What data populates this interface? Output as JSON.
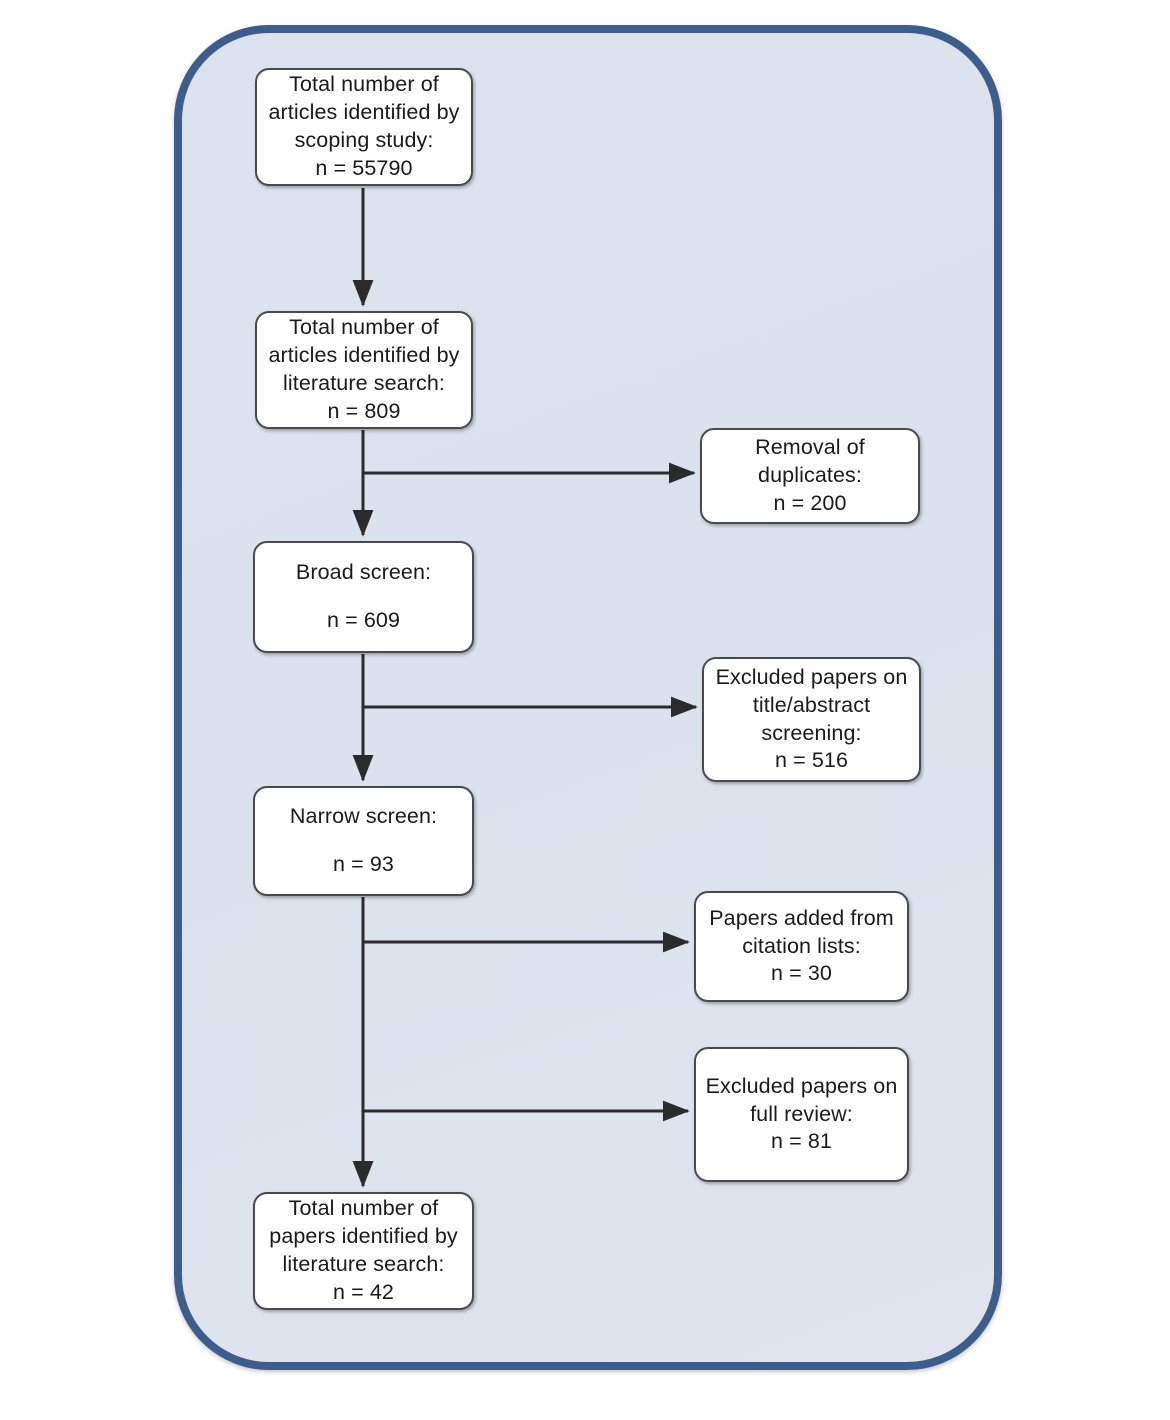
{
  "figure": {
    "type": "flowchart",
    "orientation": "top-to-bottom with right-side side-branches",
    "frame": {
      "border_color": "#3d5e8d",
      "fill_color": "#dde3ee",
      "shape": "rounded-rectangle"
    },
    "node_style": {
      "fill_color": "#ffffff",
      "border_color": "#4a4a4a",
      "text_color": "#1a1a1a"
    },
    "connector_color": "#2b2b2b"
  },
  "nodes": {
    "scoping": {
      "id": "scoping",
      "lines": [
        "Total number of",
        "articles identified by",
        "scoping study:",
        "n = 55790"
      ],
      "count_label": "n = 55790",
      "count": 55790
    },
    "litsearch": {
      "id": "litsearch",
      "lines": [
        "Total number of",
        "articles identified by",
        "literature search:",
        "n = 809"
      ],
      "count_label": "n = 809",
      "count": 809
    },
    "duplicates": {
      "id": "duplicates",
      "lines": [
        "Removal of",
        "duplicates:",
        "n = 200"
      ],
      "count_label": "n = 200",
      "count": 200
    },
    "broad": {
      "id": "broad",
      "title": "Broad screen:",
      "count_label": "n = 609",
      "count": 609
    },
    "excluded_title_abstract": {
      "id": "excluded_title_abstract",
      "lines": [
        "Excluded papers on",
        "title/abstract",
        "screening:",
        "n = 516"
      ],
      "count_label": "n = 516",
      "count": 516
    },
    "narrow": {
      "id": "narrow",
      "title": "Narrow screen:",
      "count_label": "n = 93",
      "count": 93
    },
    "added_citation": {
      "id": "added_citation",
      "lines": [
        "Papers added from",
        "citation lists:",
        "n = 30"
      ],
      "count_label": "n = 30",
      "count": 30
    },
    "excluded_full_review": {
      "id": "excluded_full_review",
      "lines": [
        "Excluded papers on",
        "full review:",
        "n = 81"
      ],
      "count_label": "n = 81",
      "count": 81
    },
    "final": {
      "id": "final",
      "lines": [
        "Total number of",
        "papers identified by",
        "literature search:",
        "n = 42"
      ],
      "count_label": "n = 42",
      "count": 42
    }
  },
  "edges": [
    {
      "from": "scoping",
      "to": "litsearch",
      "kind": "down-arrow"
    },
    {
      "from": "litsearch",
      "to": "duplicates",
      "kind": "branch-right-arrow"
    },
    {
      "from": "litsearch",
      "to": "broad",
      "kind": "down-arrow"
    },
    {
      "from": "broad",
      "to": "excluded_title_abstract",
      "kind": "branch-right-arrow"
    },
    {
      "from": "broad",
      "to": "narrow",
      "kind": "down-arrow"
    },
    {
      "from": "narrow",
      "to": "added_citation",
      "kind": "branch-right-arrow"
    },
    {
      "from": "narrow",
      "to": "excluded_full_review",
      "kind": "branch-right-arrow"
    },
    {
      "from": "narrow",
      "to": "final",
      "kind": "down-arrow"
    }
  ]
}
